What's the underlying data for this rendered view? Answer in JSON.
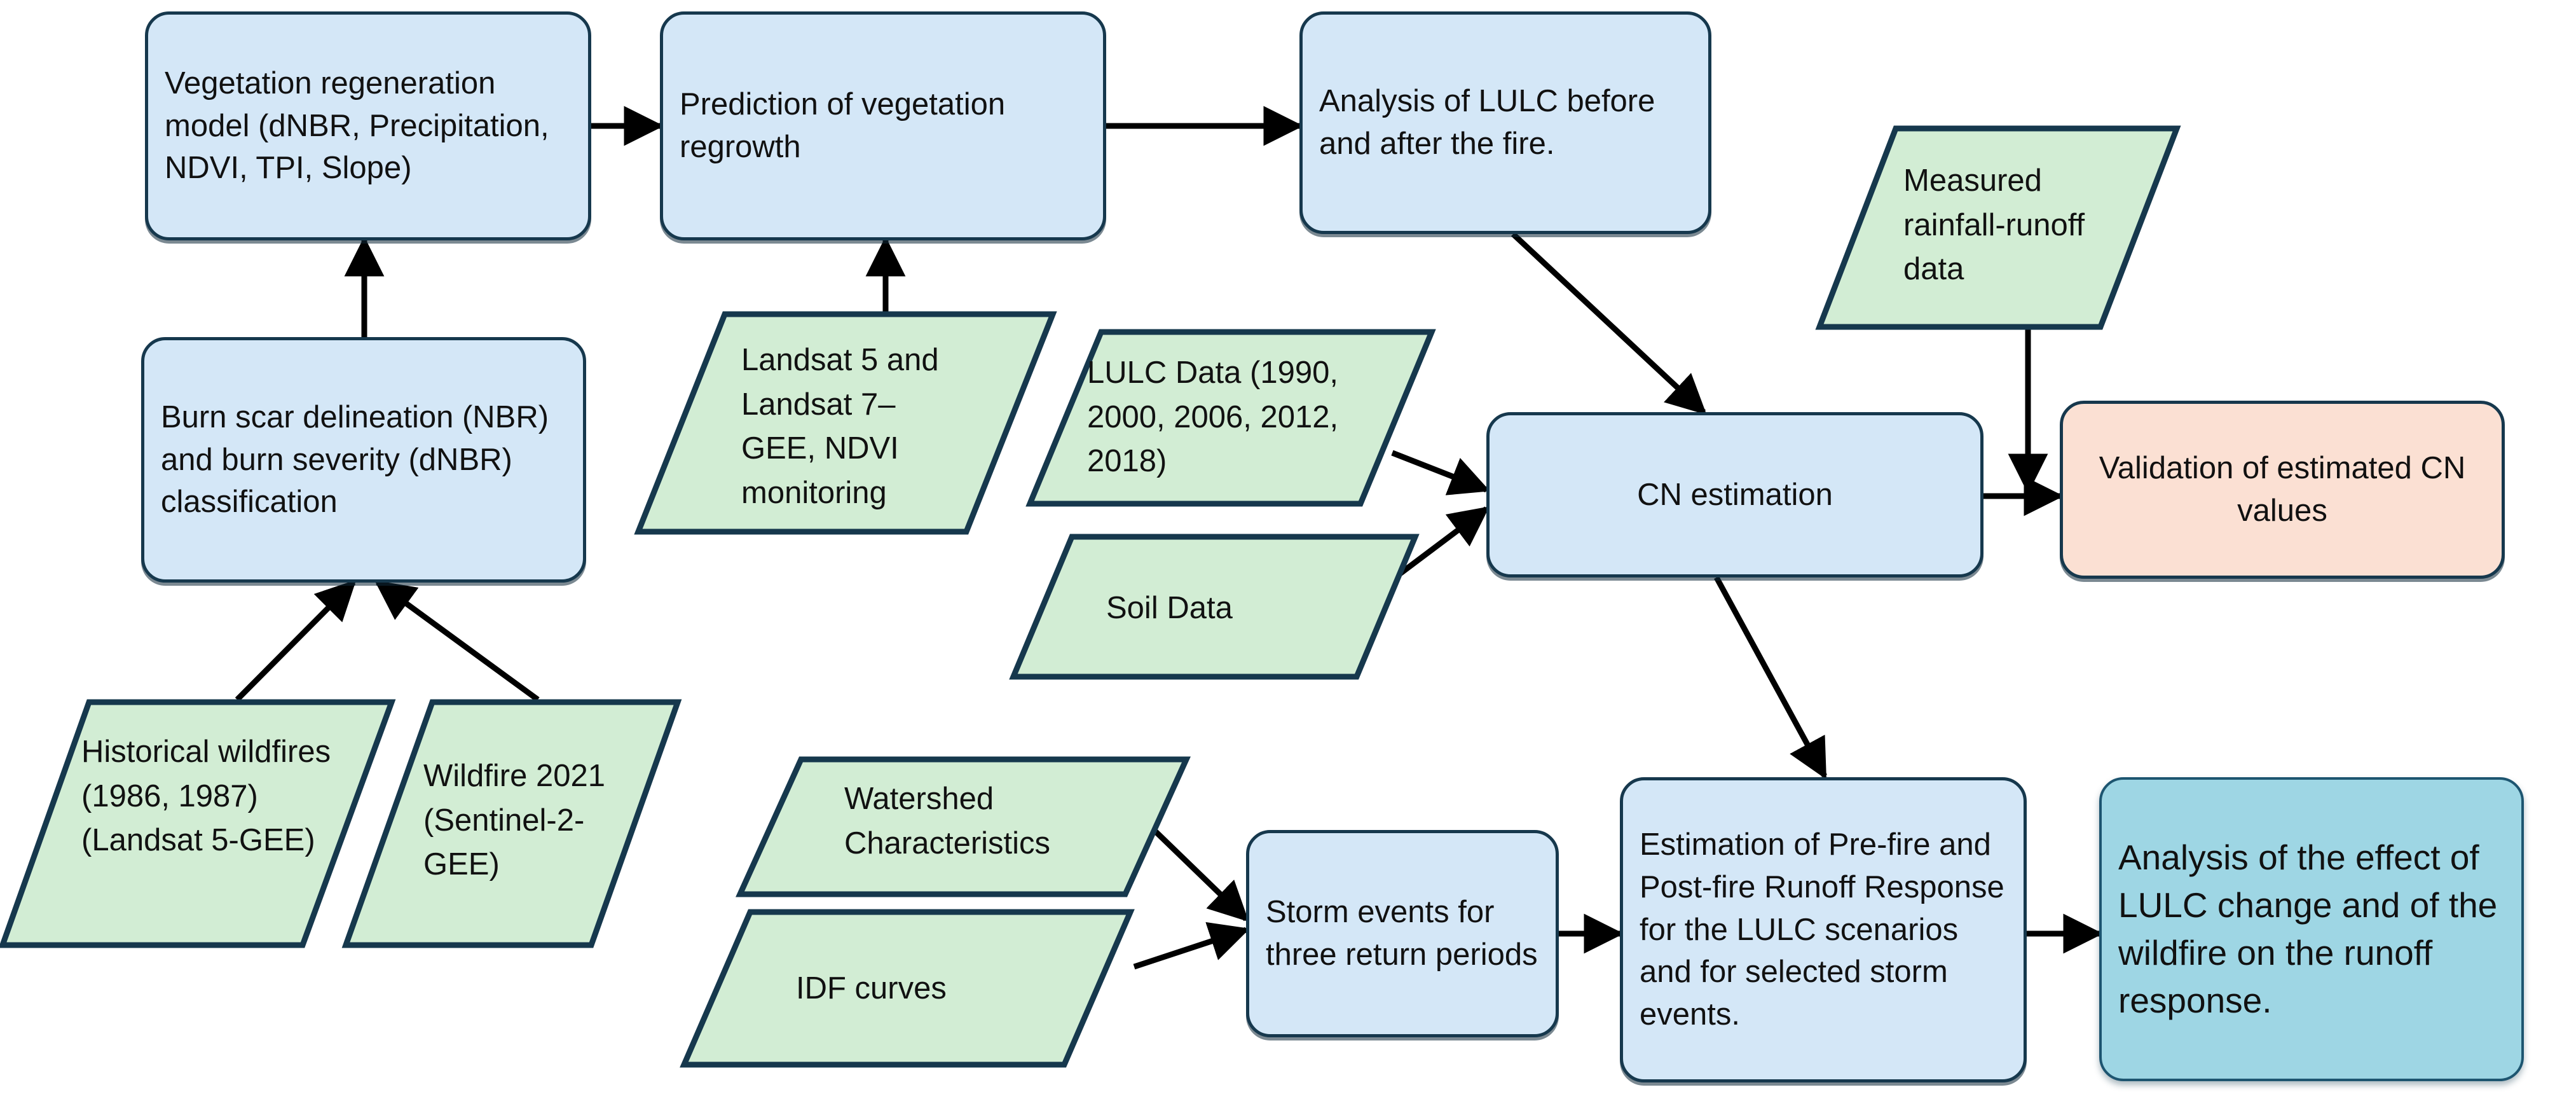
{
  "diagram": {
    "title": "Wildfire LULC and runoff response methodology flowchart",
    "colors": {
      "process_fill": "#d4e7f7",
      "data_fill": "#d2edd4",
      "validation_fill": "#fbe0d3",
      "result_fill": "#9ed6e4",
      "stroke": "#16384d",
      "arrow": "#000000",
      "text": "#111111",
      "background": "#ffffff"
    },
    "nodes": [
      {
        "id": "vegetation-regeneration-model",
        "shape": "process",
        "label": "Vegetation regeneration model (dNBR, Precipitation, NDVI, TPI, Slope)"
      },
      {
        "id": "prediction-of-vegetation-regrowth",
        "shape": "process",
        "label": "Prediction of vegetation regrowth"
      },
      {
        "id": "analysis-of-lulc-before-after-fire",
        "shape": "process",
        "label": "Analysis of LULC before and after the fire."
      },
      {
        "id": "burn-scar-delineation",
        "shape": "process",
        "label": "Burn scar delineation (NBR) and burn severity (dNBR) classification"
      },
      {
        "id": "landsat-5-7-gee-ndvi",
        "shape": "data",
        "label": "Landsat 5 and Landsat 7– GEE, NDVI monitoring"
      },
      {
        "id": "lulc-data",
        "shape": "data",
        "label": "LULC Data (1990, 2000, 2006, 2012, 2018)"
      },
      {
        "id": "soil-data",
        "shape": "data",
        "label": "Soil Data"
      },
      {
        "id": "measured-rainfall-runoff-data",
        "shape": "data",
        "label": "Measured rainfall-runoff data"
      },
      {
        "id": "cn-estimation",
        "shape": "process",
        "label": "CN estimation"
      },
      {
        "id": "validation-of-estimated-cn-values",
        "shape": "validation",
        "label": "Validation of estimated CN values"
      },
      {
        "id": "historical-wildfires",
        "shape": "data",
        "label": "Historical wildfires (1986, 1987) (Landsat 5-GEE)"
      },
      {
        "id": "wildfire-2021",
        "shape": "data",
        "label": "Wildfire 2021 (Sentinel-2-GEE)"
      },
      {
        "id": "watershed-characteristics",
        "shape": "data",
        "label": "Watershed Characteristics"
      },
      {
        "id": "idf-curves",
        "shape": "data",
        "label": "IDF curves"
      },
      {
        "id": "storm-events-three-return-periods",
        "shape": "process",
        "label": "Storm events for three return periods"
      },
      {
        "id": "estimation-pre-post-fire-runoff",
        "shape": "process",
        "label": "Estimation of Pre-fire and Post-fire Runoff Response for the LULC scenarios and for selected storm events."
      },
      {
        "id": "analysis-of-effect-lulc-change-wildfire-runoff",
        "shape": "result",
        "label": "Analysis of the effect of LULC change and of the wildfire on the runoff response."
      }
    ],
    "edges": [
      {
        "from": "vegetation-regeneration-model",
        "to": "prediction-of-vegetation-regrowth"
      },
      {
        "from": "prediction-of-vegetation-regrowth",
        "to": "analysis-of-lulc-before-after-fire"
      },
      {
        "from": "burn-scar-delineation",
        "to": "vegetation-regeneration-model"
      },
      {
        "from": "landsat-5-7-gee-ndvi",
        "to": "prediction-of-vegetation-regrowth"
      },
      {
        "from": "historical-wildfires",
        "to": "burn-scar-delineation"
      },
      {
        "from": "wildfire-2021",
        "to": "burn-scar-delineation"
      },
      {
        "from": "analysis-of-lulc-before-after-fire",
        "to": "cn-estimation"
      },
      {
        "from": "lulc-data",
        "to": "cn-estimation"
      },
      {
        "from": "soil-data",
        "to": "cn-estimation"
      },
      {
        "from": "cn-estimation",
        "to": "validation-of-estimated-cn-values"
      },
      {
        "from": "measured-rainfall-runoff-data",
        "to": "validation-of-estimated-cn-values"
      },
      {
        "from": "cn-estimation",
        "to": "estimation-pre-post-fire-runoff"
      },
      {
        "from": "watershed-characteristics",
        "to": "storm-events-three-return-periods"
      },
      {
        "from": "idf-curves",
        "to": "storm-events-three-return-periods"
      },
      {
        "from": "storm-events-three-return-periods",
        "to": "estimation-pre-post-fire-runoff"
      },
      {
        "from": "estimation-pre-post-fire-runoff",
        "to": "analysis-of-effect-lulc-change-wildfire-runoff"
      }
    ]
  }
}
